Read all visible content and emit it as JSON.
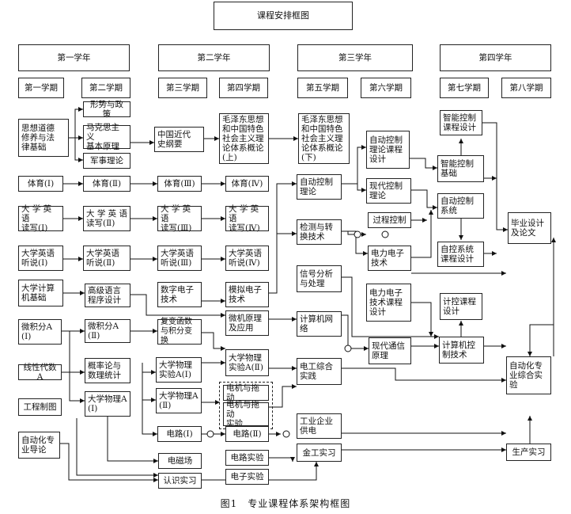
{
  "title": "课程安排框图",
  "years": [
    "第一学年",
    "第二学年",
    "第三学年",
    "第四学年"
  ],
  "semesters": [
    "第一学期",
    "第二学期",
    "第三学期",
    "第四学期",
    "第五学期",
    "第六学期",
    "第七学期",
    "第八学期"
  ],
  "courses": {
    "sx": "思想道德\n修养与法\n律基础",
    "xszc": "形势与政策",
    "mks": "马克思主义\n基本原理",
    "jslun": "军事理论",
    "zgjds": "中国近代\n史纲要",
    "mao1": "毛泽东思想\n和中国特色\n社会主义理\n论体系概论\n(上)",
    "mao2": "毛泽东思想\n和中国特色\n社会主义理\n论体系概论\n(下)",
    "ty1": "体育(Ⅰ)",
    "ty2": "体育(Ⅱ)",
    "ty3": "体育(Ⅲ)",
    "ty4": "体育(Ⅳ)",
    "dx1": "大 学 英 语\n读写(Ⅰ)",
    "dx2": "大 学 英 语\n读写(Ⅱ)",
    "dx3": "大 学 英 语\n读写(Ⅲ)",
    "dx4": "大 学 英 语\n读写(Ⅳ)",
    "ts1": "大学英语\n听说(Ⅰ)",
    "ts2": "大学英语\n听说(Ⅱ)",
    "ts3": "大学英语\n听说(Ⅲ)",
    "ts4": "大学英语\n听说(Ⅳ)",
    "jsj": "大学计算\n机基础",
    "gjyy": "高级语言\n程序设计",
    "szdz": "数字电子\n技术",
    "mndz": "模拟电子\n技术",
    "wfa1": "微积分A\n(Ⅰ)",
    "wfa2": "微积分A\n(Ⅱ)",
    "fbhs": "复变函数\n与积分变换",
    "wjyl": "微机原理\n及应用",
    "xxds": "线性代数A",
    "glt": "概率论与\n数理统计",
    "gczt": "工程制图",
    "zdhdl": "自动化专\n业导论",
    "wla1": "大学物理A\n(Ⅰ)",
    "wlsy1": "大学物理\n实验A(Ⅰ)",
    "wlsy2": "大学物理\n实验A(Ⅱ)",
    "wla2": "大学物理A\n(Ⅱ)",
    "djtd": "电机与拖动",
    "djsy": "电机与拖动\n实验",
    "dl1": "电路(Ⅰ)",
    "dl2": "电路(Ⅱ)",
    "dcc": "电磁场",
    "dlsy": "电路实验",
    "dzsy": "电子实验",
    "rssx": "认识实习",
    "zdkzll": "自动控制\n理论",
    "zdkzsj": "自动控制\n理论课程\n设计",
    "xdkz": "现代控制\n理论",
    "jczh": "检测与转\n换技术",
    "gckz": "过程控制",
    "dldz": "电力电子\n技术",
    "xhfx": "信号分析\n与处理",
    "dldzsj": "电力电子\n技术课程\n设计",
    "jswl": "计算机网\n络",
    "xdtx": "现代通信\n原理",
    "dgzh": "电工综合\n实践",
    "gyqy": "工业企业\n供电",
    "jgsx": "金工实习",
    "znkzsj": "智能控制\n课程设计",
    "znkz": "智能控制\n基础",
    "zdkzxt": "自动控制\n系统",
    "zkxtsj": "自控系统\n课程设计",
    "jkkc": "计控课程\n设计",
    "jsjkz": "计算机控\n制技术",
    "bysj": "毕业设计\n及论文",
    "zdhzh": "自动化专\n业综合实\n验",
    "scsx": "生产实习"
  },
  "caption": "图1　专业课程体系架构框图"
}
